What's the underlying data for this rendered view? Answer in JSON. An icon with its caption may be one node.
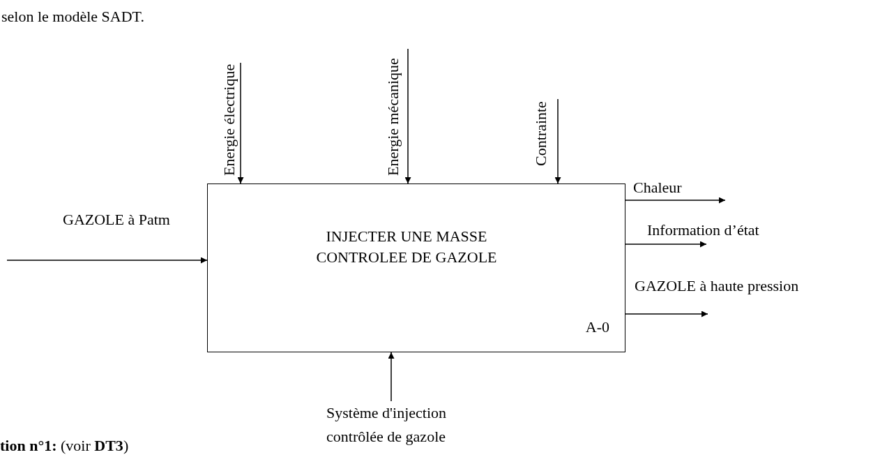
{
  "diagram": {
    "nodes": [
      {
        "text": [
          "INJECTER UNE MASSE CONTROLEE DE GAZOLE",
          "A-0"
        ]
      },
      {
        "text": [
          "Energie électrique"
        ]
      },
      {
        "text": [
          "Energie mécanique"
        ]
      },
      {
        "text": [
          "Contrainte"
        ]
      },
      {
        "text": [
          "Système d'injection contrôlée de gazole"
        ]
      }
    ],
    "edges": [
      {
        "from": 1,
        "to": 0,
        "arrow": "to"
      },
      {
        "from": 2,
        "to": 0,
        "arrow": "to"
      },
      {
        "from": 3,
        "to": 0,
        "arrow": "to"
      },
      {
        "from": null,
        "to": 0,
        "arrow": "to",
        "label": "GAZOLE à Patm"
      },
      {
        "from": 0,
        "to": null,
        "arrow": "to",
        "label": "Chaleur"
      },
      {
        "from": 0,
        "to": null,
        "arrow": "to",
        "label": "Information d’état"
      },
      {
        "from": 0,
        "to": null,
        "arrow": "to",
        "label": "GAZOLE à haute pression"
      },
      {
        "from": 4,
        "to": 0,
        "arrow": "to"
      }
    ],
    "labels": [
      "selon le modèle SADT.",
      "**tion n°1:** (voir **DT3**)"
    ]
  }
}
